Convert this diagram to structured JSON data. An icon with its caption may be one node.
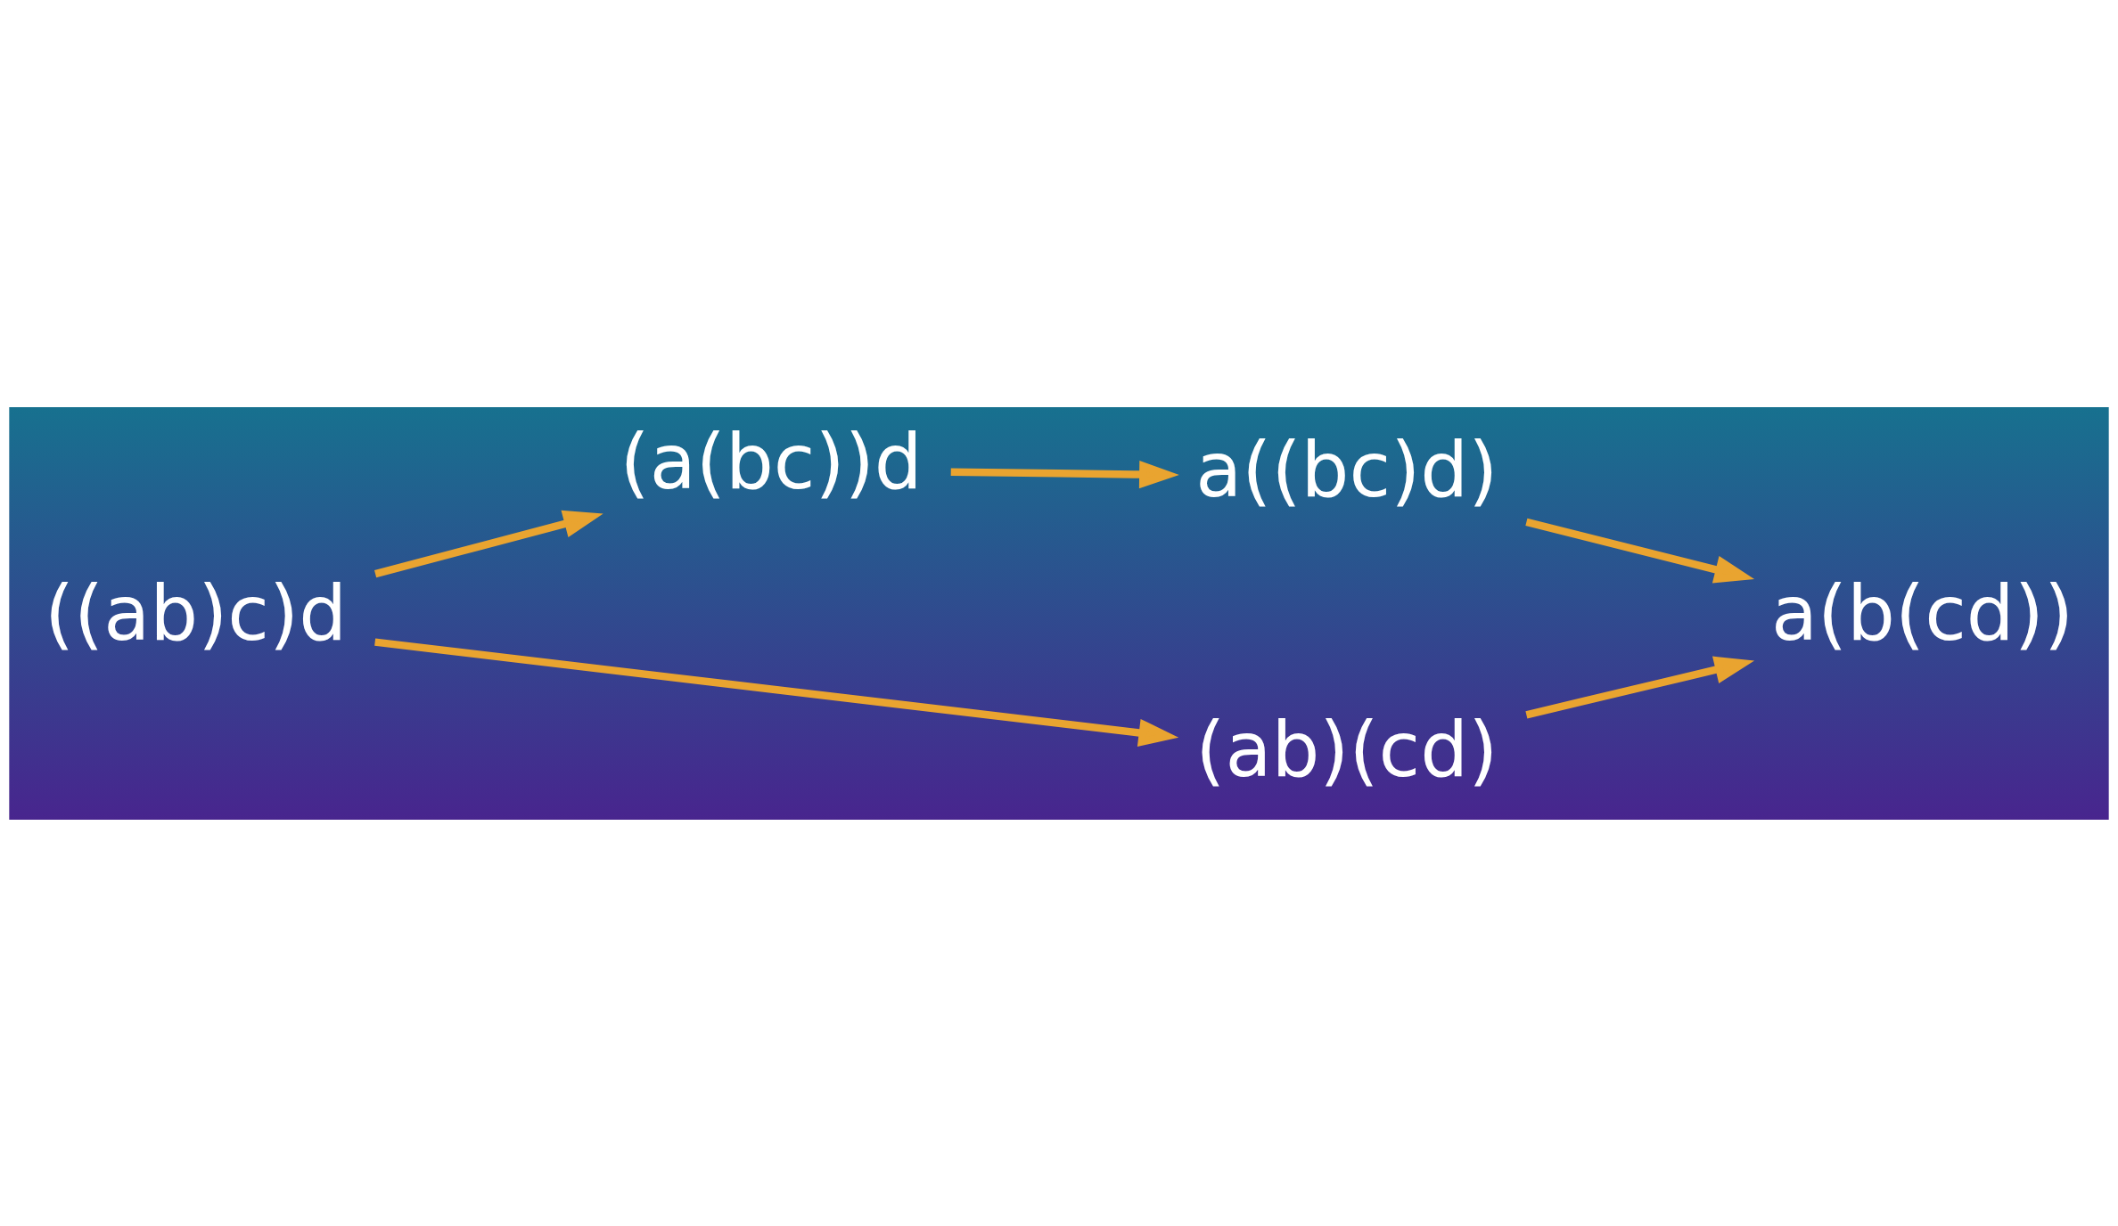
{
  "diagram": {
    "nodes": [
      {
        "text": [
          "(a(bc))d"
        ]
      },
      {
        "text": [
          "a((bc)d)"
        ]
      },
      {
        "text": [
          "((ab)c)d"
        ]
      },
      {
        "text": [
          "a(b(cd))"
        ]
      },
      {
        "text": [
          "(ab)(cd)"
        ]
      }
    ],
    "edges": [
      {
        "from": 2,
        "to": 0,
        "arrow": "to"
      },
      {
        "from": 0,
        "to": 1,
        "arrow": "to"
      },
      {
        "from": 1,
        "to": 3,
        "arrow": "to"
      },
      {
        "from": 2,
        "to": 4,
        "arrow": "to"
      },
      {
        "from": 4,
        "to": 3,
        "arrow": "to"
      }
    ]
  }
}
